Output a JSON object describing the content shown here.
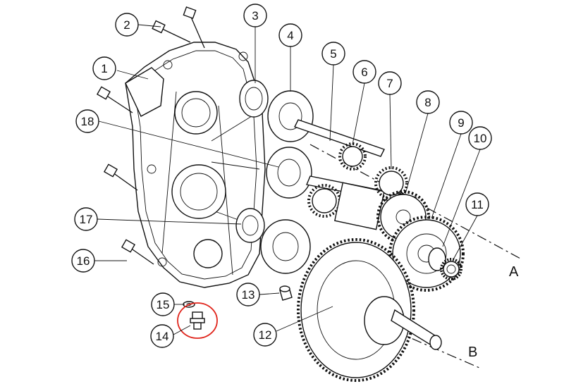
{
  "callouts": [
    {
      "label": "1"
    },
    {
      "label": "2"
    },
    {
      "label": "3"
    },
    {
      "label": "4"
    },
    {
      "label": "5"
    },
    {
      "label": "6"
    },
    {
      "label": "7"
    },
    {
      "label": "8"
    },
    {
      "label": "9"
    },
    {
      "label": "10"
    },
    {
      "label": "11"
    },
    {
      "label": "12"
    },
    {
      "label": "13"
    },
    {
      "label": "14"
    },
    {
      "label": "15"
    },
    {
      "label": "16"
    },
    {
      "label": "17"
    },
    {
      "label": "18"
    }
  ],
  "axes": {
    "a": "A",
    "b": "B"
  },
  "highlight": {
    "color": "#e0241b",
    "target": "14"
  }
}
